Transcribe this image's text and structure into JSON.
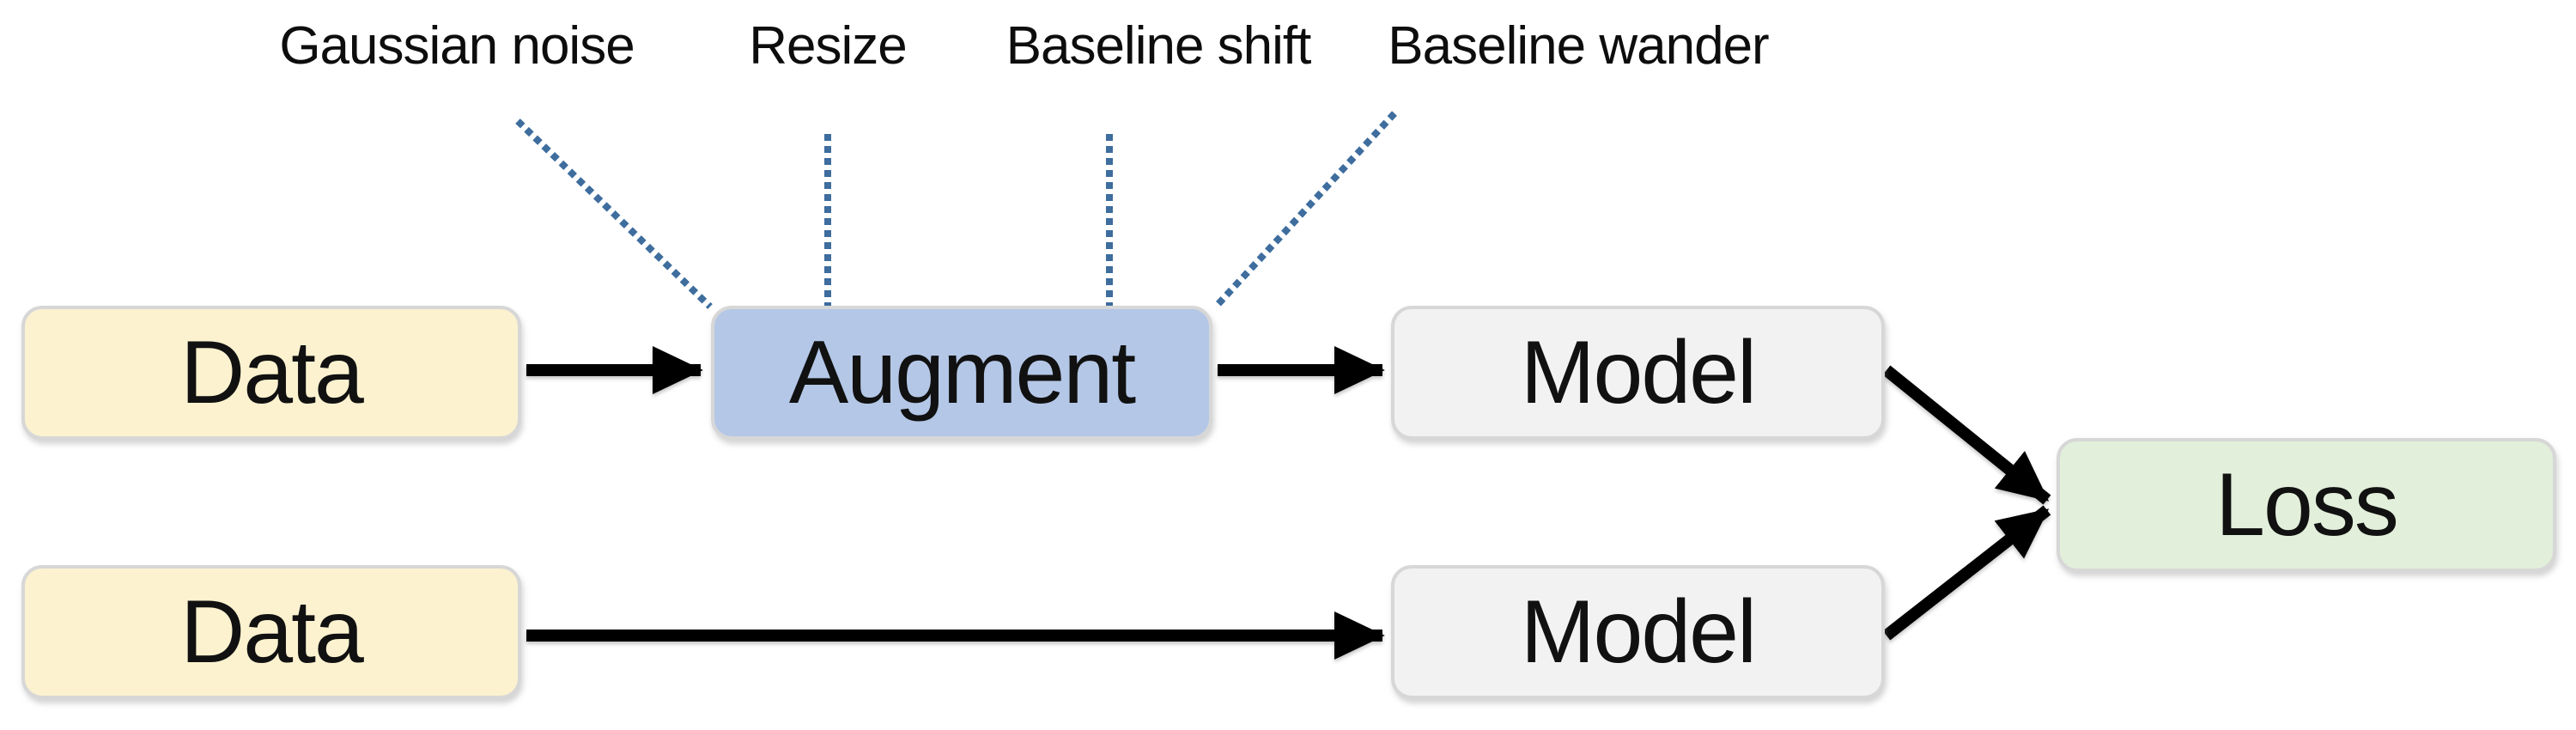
{
  "diagram": {
    "augmentation_labels": [
      {
        "text": "Gaussian noise"
      },
      {
        "text": "Resize"
      },
      {
        "text": "Baseline shift"
      },
      {
        "text": "Baseline wander"
      }
    ],
    "nodes": {
      "data_top": {
        "label": "Data"
      },
      "augment": {
        "label": "Augment"
      },
      "model_top": {
        "label": "Model"
      },
      "data_bottom": {
        "label": "Data"
      },
      "model_bottom": {
        "label": "Model"
      },
      "loss": {
        "label": "Loss"
      }
    },
    "edges": [
      {
        "from": "data_top",
        "to": "augment",
        "style": "solid-arrow"
      },
      {
        "from": "augment",
        "to": "model_top",
        "style": "solid-arrow"
      },
      {
        "from": "model_top",
        "to": "loss",
        "style": "solid-arrow"
      },
      {
        "from": "data_bottom",
        "to": "model_bottom",
        "style": "solid-arrow"
      },
      {
        "from": "model_bottom",
        "to": "loss",
        "style": "solid-arrow"
      }
    ],
    "dotted_connections": [
      {
        "from": "Gaussian noise",
        "to": "augment"
      },
      {
        "from": "Resize",
        "to": "augment"
      },
      {
        "from": "Baseline shift",
        "to": "augment"
      },
      {
        "from": "Baseline wander",
        "to": "augment"
      }
    ],
    "colors": {
      "data_fill": "#FCF2CF",
      "augment_fill": "#B4C7E7",
      "model_fill": "#F2F2F3",
      "loss_fill": "#E2EFDA",
      "box_border": "#D7D7D7",
      "arrow": "#000000",
      "dotted_line": "#3E6D9E",
      "text": "#111111"
    }
  }
}
